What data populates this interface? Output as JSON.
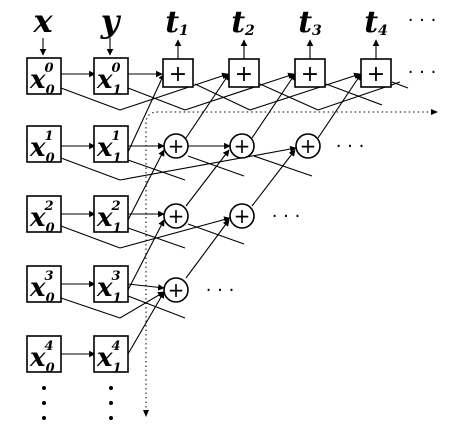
{
  "inputs": {
    "x_label": "x",
    "y_label": "y"
  },
  "outputs": [
    {
      "base": "t",
      "sub": "1"
    },
    {
      "base": "t",
      "sub": "2"
    },
    {
      "base": "t",
      "sub": "3"
    },
    {
      "base": "t",
      "sub": "4"
    }
  ],
  "cells": [
    {
      "base": "x",
      "sup": "0",
      "sub": "0"
    },
    {
      "base": "x",
      "sup": "0",
      "sub": "1"
    },
    {
      "base": "x",
      "sup": "1",
      "sub": "0"
    },
    {
      "base": "x",
      "sup": "1",
      "sub": "1"
    },
    {
      "base": "x",
      "sup": "2",
      "sub": "0"
    },
    {
      "base": "x",
      "sup": "2",
      "sub": "1"
    },
    {
      "base": "x",
      "sup": "3",
      "sub": "0"
    },
    {
      "base": "x",
      "sup": "3",
      "sub": "1"
    },
    {
      "base": "x",
      "sup": "4",
      "sub": "0"
    },
    {
      "base": "x",
      "sup": "4",
      "sub": "1"
    }
  ],
  "operator_symbol": "+",
  "ellipsis": "· · ·"
}
